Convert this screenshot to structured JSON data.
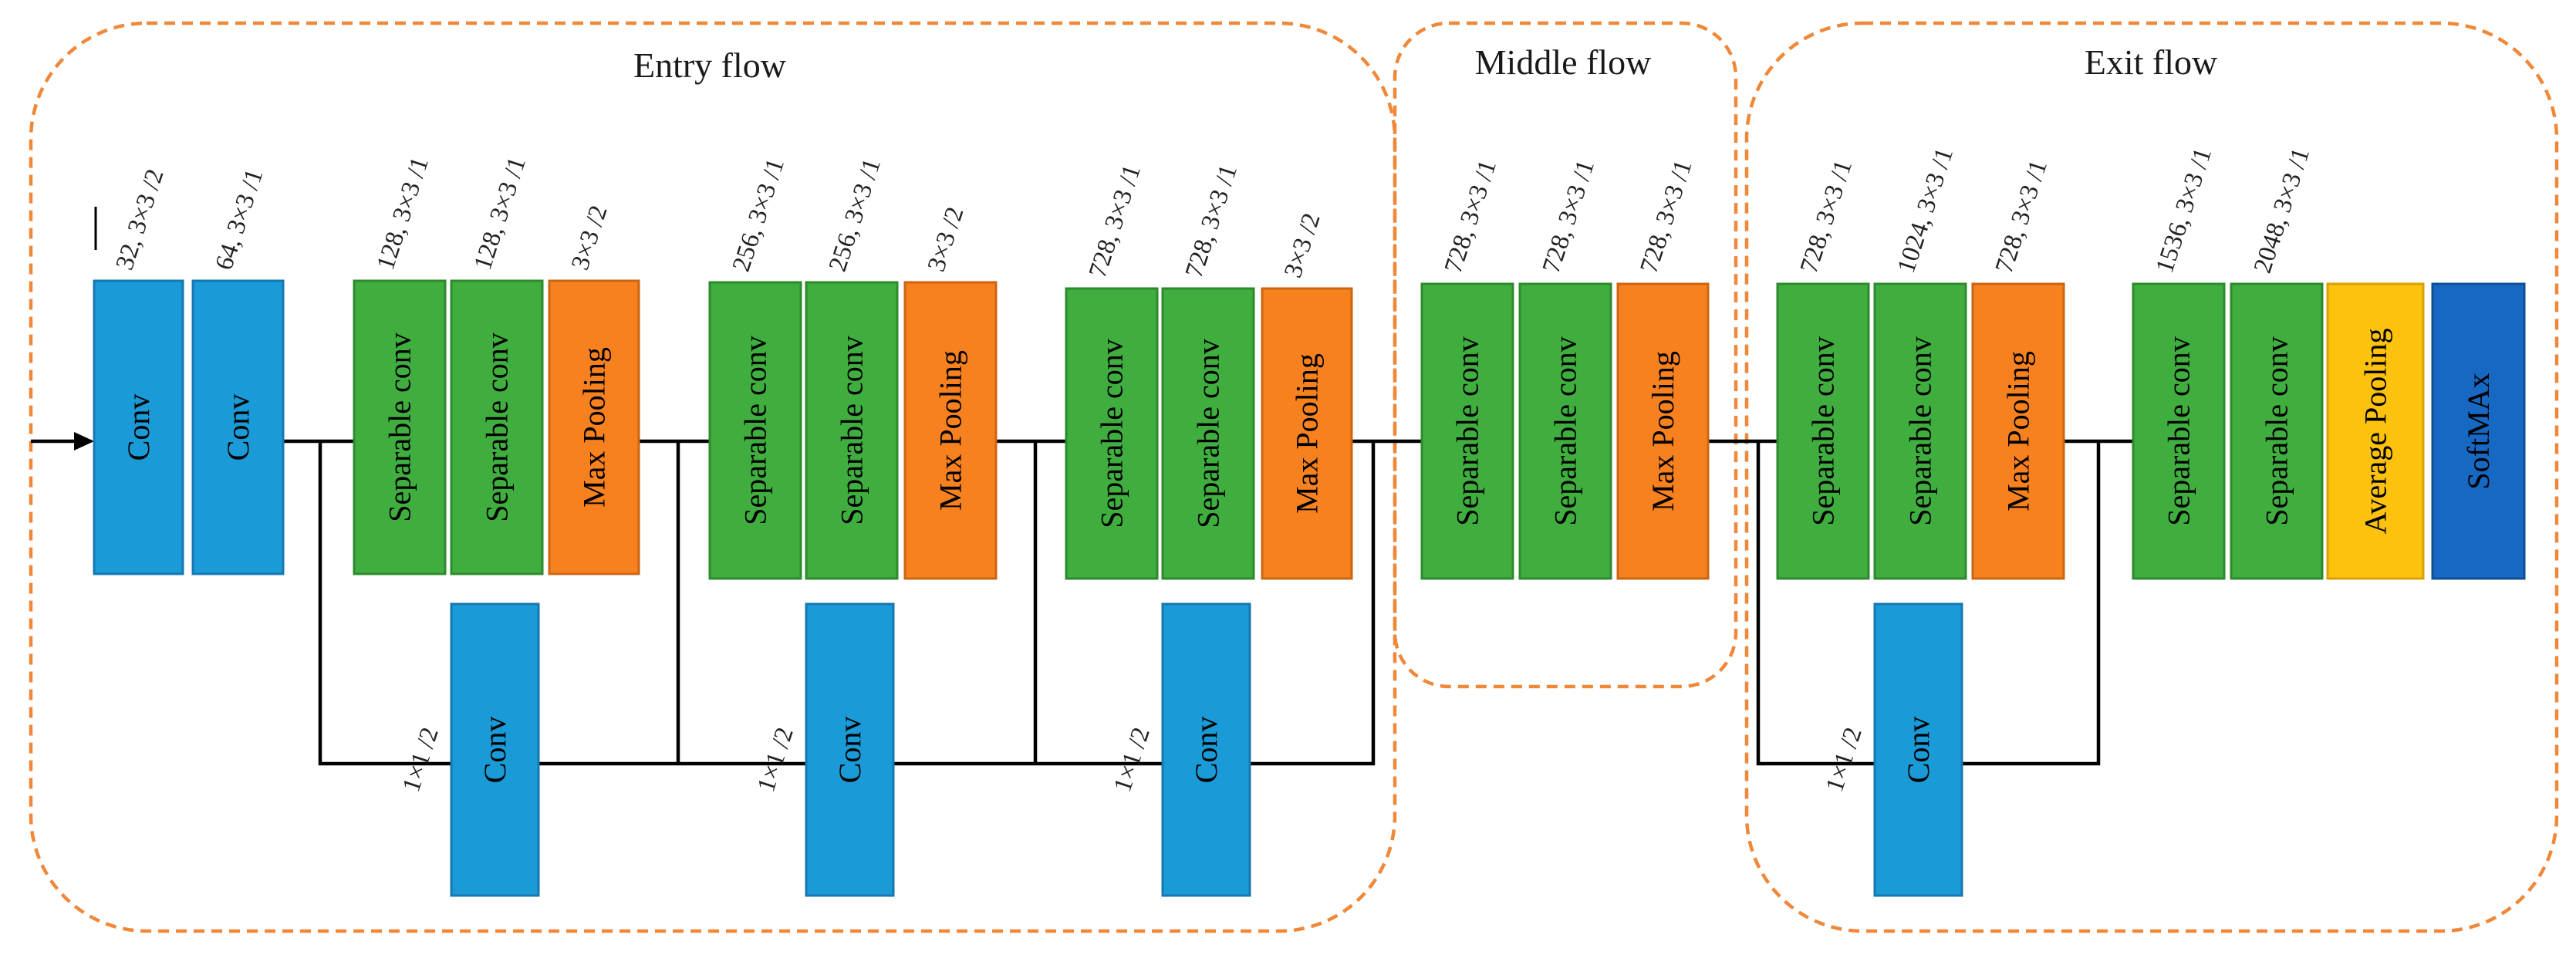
{
  "colors": {
    "conv": "#1a9ad6",
    "conv_border": "#1578b0",
    "separable": "#3fae3f",
    "separable_border": "#2d8a2d",
    "pooling": "#f7811f",
    "pooling_border": "#cc6512",
    "average_pooling": "#fdc20e",
    "average_pooling_border": "#d9a008",
    "softmax": "#1668c2",
    "softmax_border": "#0f4f96",
    "flow_outline": "#f0883a"
  },
  "sections": {
    "entry": "Entry flow",
    "middle": "Middle flow",
    "exit": "Exit flow"
  },
  "blocks": [
    {
      "id": "conv1",
      "kind": "conv",
      "label": "Conv",
      "param": "32, 3×3 /2"
    },
    {
      "id": "conv2",
      "kind": "conv",
      "label": "Conv",
      "param": "64, 3×3 /1"
    },
    {
      "id": "e1-sep1",
      "kind": "separable",
      "label": "Separable conv",
      "param": "128, 3×3 /1"
    },
    {
      "id": "e1-sep2",
      "kind": "separable",
      "label": "Separable conv",
      "param": "128, 3×3 /1"
    },
    {
      "id": "e1-pool",
      "kind": "pooling",
      "label": "Max Pooling",
      "param": "3×3 /2"
    },
    {
      "id": "e1-skip",
      "kind": "conv",
      "label": "Conv",
      "param": "1×1 /2"
    },
    {
      "id": "e2-sep1",
      "kind": "separable",
      "label": "Separable conv",
      "param": "256, 3×3 /1"
    },
    {
      "id": "e2-sep2",
      "kind": "separable",
      "label": "Separable conv",
      "param": "256, 3×3 /1"
    },
    {
      "id": "e2-pool",
      "kind": "pooling",
      "label": "Max Pooling",
      "param": "3×3 /2"
    },
    {
      "id": "e2-skip",
      "kind": "conv",
      "label": "Conv",
      "param": "1×1 /2"
    },
    {
      "id": "e3-sep1",
      "kind": "separable",
      "label": "Separable conv",
      "param": "728, 3×3 /1"
    },
    {
      "id": "e3-sep2",
      "kind": "separable",
      "label": "Separable conv",
      "param": "728, 3×3 /1"
    },
    {
      "id": "e3-pool",
      "kind": "pooling",
      "label": "Max Pooling",
      "param": "3×3 /2"
    },
    {
      "id": "e3-skip",
      "kind": "conv",
      "label": "Conv",
      "param": "1×1 /2"
    },
    {
      "id": "m-sep1",
      "kind": "separable",
      "label": "Separable conv",
      "param": "728, 3×3 /1"
    },
    {
      "id": "m-sep2",
      "kind": "separable",
      "label": "Separable conv",
      "param": "728, 3×3 /1"
    },
    {
      "id": "m-pool",
      "kind": "pooling",
      "label": "Max Pooling",
      "param": "728, 3×3 /1"
    },
    {
      "id": "x-sep1",
      "kind": "separable",
      "label": "Separable conv",
      "param": "728, 3×3 /1"
    },
    {
      "id": "x-sep2",
      "kind": "separable",
      "label": "Separable conv",
      "param": "1024, 3×3 /1"
    },
    {
      "id": "x-pool",
      "kind": "pooling",
      "label": "Max Pooling",
      "param": "728, 3×3 /1"
    },
    {
      "id": "x-skip",
      "kind": "conv",
      "label": "Conv",
      "param": "1×1 /2"
    },
    {
      "id": "x-sep3",
      "kind": "separable",
      "label": "Separable conv",
      "param": "1536, 3×3 /1"
    },
    {
      "id": "x-sep4",
      "kind": "separable",
      "label": "Separable conv",
      "param": "2048, 3×3 /1"
    },
    {
      "id": "x-avgpool",
      "kind": "average_pooling",
      "label": "Average Pooling",
      "param": ""
    },
    {
      "id": "x-softmax",
      "kind": "softmax",
      "label": "SoftMAx",
      "param": ""
    }
  ]
}
